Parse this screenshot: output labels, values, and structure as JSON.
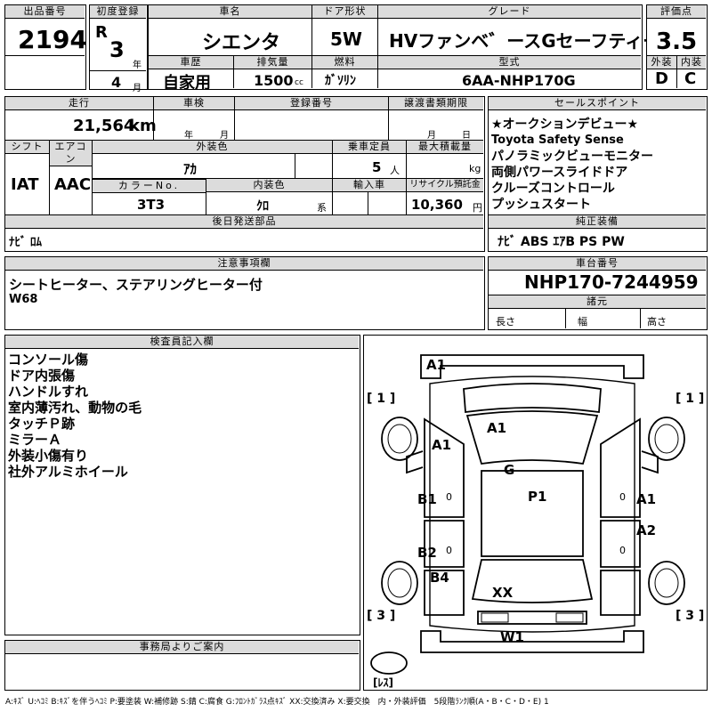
{
  "header": {
    "lot_label": "出品番号",
    "lot_no": "2194",
    "first_reg_label": "初度登録",
    "era": "R",
    "year": "3",
    "year_unit": "年",
    "month": "4",
    "month_unit": "月",
    "name_label": "車名",
    "car_name": "シエンタ",
    "door_label": "ドア形状",
    "door": "5W",
    "grade_label": "グレード",
    "grade": "HVファンベ゛ースGセーフティーED",
    "eval_label": "評価点",
    "eval": "3.5",
    "history_label": "車歴",
    "history": "自家用",
    "disp_label": "排気量",
    "disp": "1500",
    "disp_unit": "cc",
    "fuel_label": "燃料",
    "fuel": "ｶﾞｿﾘﾝ",
    "model_label": "型式",
    "model": "6AA-NHP170G",
    "ext_label": "外装",
    "ext": "D",
    "int_label": "内装",
    "int": "C"
  },
  "row2": {
    "mileage_label": "走行",
    "mileage": "21,564",
    "mileage_unit": "km",
    "inspection_label": "車検",
    "insp_year": "年",
    "insp_month": "月",
    "reg_label": "登録番号",
    "transfer_label": "譲渡書類期限",
    "tr_month": "月",
    "tr_day": "日",
    "shift_label": "シフト",
    "shift": "IAT",
    "ac_label": "エアコン",
    "ac": "AAC",
    "color_label": "外装色",
    "color": "ｱｶ",
    "capacity_label": "乗車定員",
    "capacity": "5",
    "capacity_unit": "人",
    "load_label": "最大積載量",
    "load_unit": "kg",
    "color_no_label": "カラーNo.",
    "color_no": "3T3",
    "int_color_label": "内装色",
    "int_color": "ｸﾛ",
    "int_color_unit": "系",
    "import_label": "輸入車",
    "recycle_label": "リサイクル預託金",
    "recycle": "10,360",
    "recycle_unit": "円",
    "later_label": "後日発送部品",
    "later": "ﾅﾋﾞ ﾛﾑ"
  },
  "sales": {
    "label": "セールスポイント",
    "points": [
      "★オークションデビュー★",
      "Toyota Safety Sense",
      "パノラミックビューモニター",
      "両側パワースライドドア",
      "クルーズコントロール",
      "プッシュスタート"
    ]
  },
  "equip": {
    "label": "純正装備",
    "value": "ﾅﾋﾞ ABS ｴｱB PS PW"
  },
  "caution": {
    "label": "注意事項欄",
    "lines": [
      "シートヒーター、ステアリングヒーター付",
      "W68"
    ]
  },
  "chassis": {
    "label": "車台番号",
    "value": "NHP170-7244959",
    "spec_label": "諸元",
    "len": "長さ",
    "wid": "幅",
    "hgt": "高さ"
  },
  "inspector": {
    "label": "検査員記入欄",
    "lines": [
      "コンソール傷",
      "ドア内張傷",
      "ハンドルすれ",
      "室内薄汚れ、動物の毛",
      "タッチＰ跡",
      "ミラーＡ",
      "外装小傷有り",
      "社外アルミホイール"
    ]
  },
  "office": {
    "label": "事務局よりご案内"
  },
  "diagram": {
    "marks": {
      "a1_top": "A1",
      "a1_hood": "A1",
      "a1_left": "A1",
      "g": "G",
      "p1": "P1",
      "b1": "B1",
      "a1_right": "A1",
      "a2": "A2",
      "b2": "B2",
      "b4": "B4",
      "xx": "XX",
      "w1": "W1"
    },
    "tire_fl": "[ 1 ]",
    "tire_fr": "[ 1 ]",
    "tire_rl": "[ 3 ]",
    "tire_rr": "[ 3 ]",
    "spare": "[ﾚｽ]",
    "seat_mark": "0"
  },
  "legend": "A:ｷｽﾞ U:ﾍｺﾐ B:ｷｽﾞを伴うﾍｺﾐ P:要塗装 W:補修跡 S:錆 C:腐食 G:ﾌﾛﾝﾄｶﾞﾗｽ点ｷｽﾞ XX:交換済み X:要交換　内・外装評価　5段階ﾗﾝｸ順(A・B・C・D・E) 1"
}
